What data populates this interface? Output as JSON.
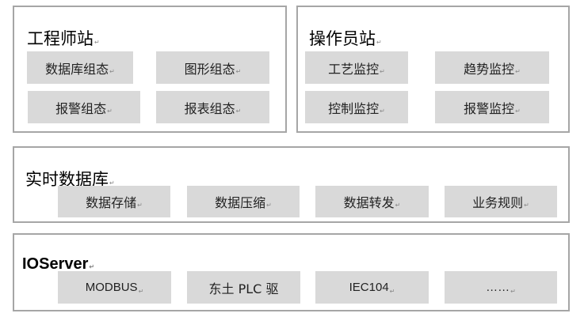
{
  "return_mark": "↵",
  "engineer": {
    "title": "工程师站",
    "items": [
      "数据库组态",
      "图形组态",
      "报警组态",
      "报表组态"
    ]
  },
  "operator": {
    "title": "操作员站",
    "items": [
      "工艺监控",
      "趋势监控",
      "控制监控",
      "报警监控"
    ]
  },
  "rtdb": {
    "title": "实时数据库",
    "items": [
      "数据存储",
      "数据压缩",
      "数据转发",
      "业务规则"
    ]
  },
  "ioserver": {
    "title": "IOServer",
    "items": [
      "MODBUS",
      "东土 PLC 驱",
      "IEC104",
      "……"
    ]
  }
}
